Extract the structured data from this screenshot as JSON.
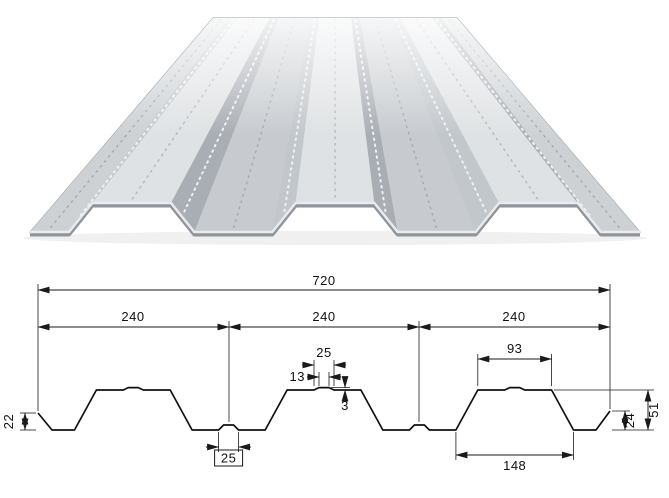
{
  "drawing": {
    "dims": {
      "total_width": "720",
      "modules": [
        "240",
        "240",
        "240"
      ],
      "top_stiffener_outer": "25",
      "top_stiffener_inner": "13",
      "rib_top_width": "93",
      "left_edge_height": "22",
      "stiffener_depth": "3",
      "right_edge_height": "24",
      "profile_height": "51",
      "bottom_stiffener_width": "25",
      "rib_bottom_width": "148"
    }
  },
  "colors": {
    "line": "#1a1a1a",
    "steel_light": "#dfe2e4",
    "steel_mid": "#c7cbcf",
    "steel_dark": "#a9aeb4",
    "background": "#ffffff"
  }
}
